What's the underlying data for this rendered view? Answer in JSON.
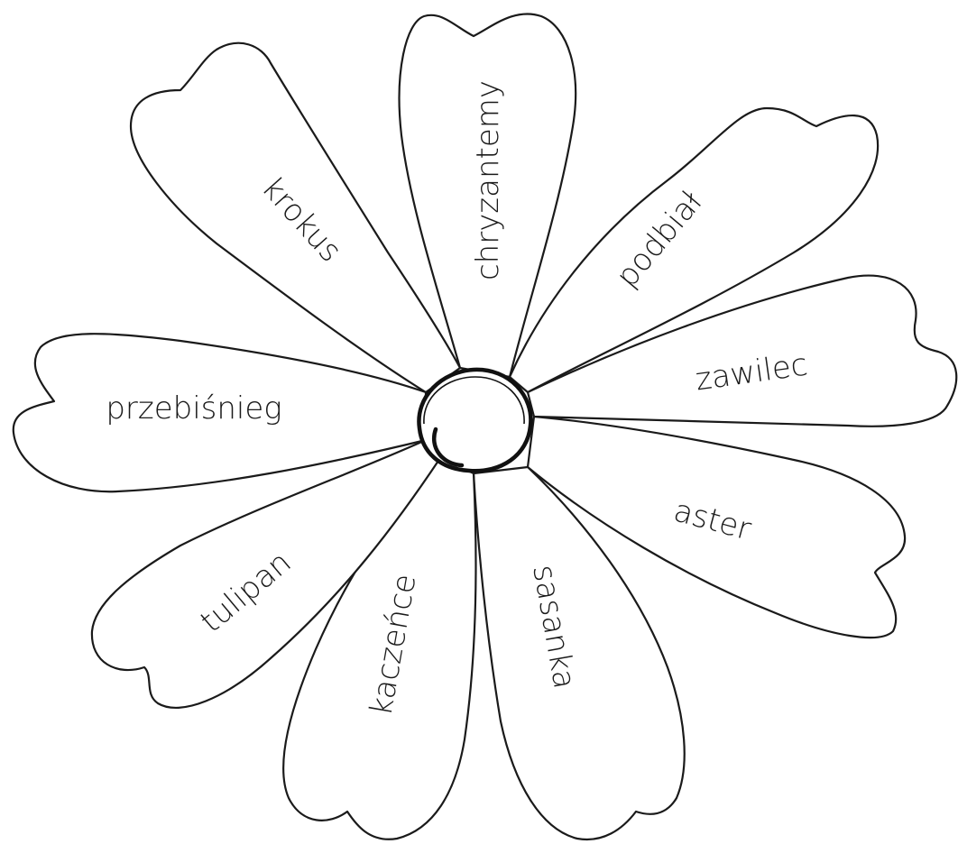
{
  "flower": {
    "petals": [
      {
        "id": "chryzantemy",
        "label": "chryzantemy"
      },
      {
        "id": "podbial",
        "label": "podbiał"
      },
      {
        "id": "zawilec",
        "label": "zawilec"
      },
      {
        "id": "aster",
        "label": "aster"
      },
      {
        "id": "sasanka",
        "label": "sasanka"
      },
      {
        "id": "kaczence",
        "label": "kaczeńce"
      },
      {
        "id": "tulipan",
        "label": "tulipan"
      },
      {
        "id": "przebisnieg",
        "label": "przebiśnieg"
      },
      {
        "id": "krokus",
        "label": "krokus"
      }
    ]
  }
}
